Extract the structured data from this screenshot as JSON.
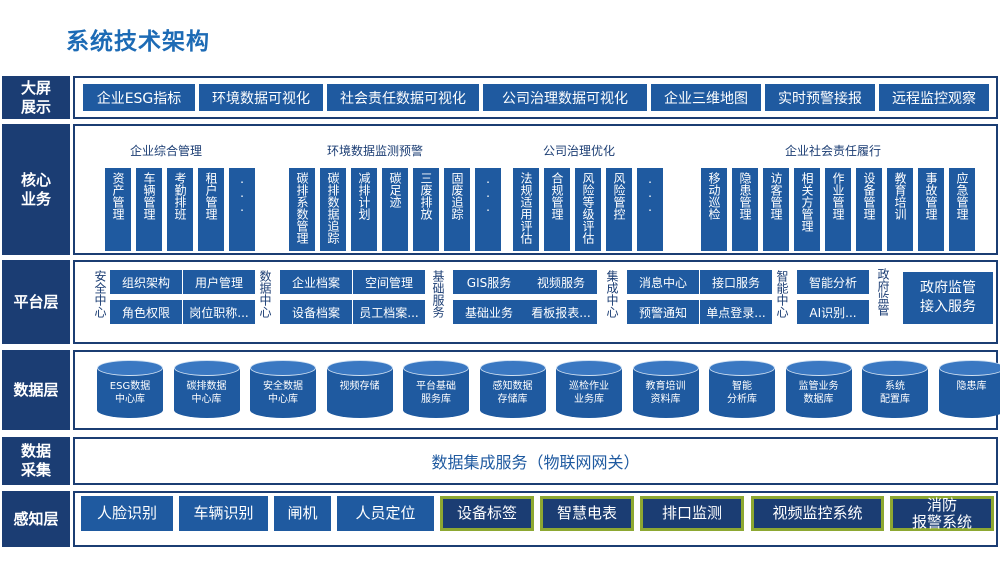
{
  "title": "系统技术架构",
  "layers": {
    "display": {
      "label": "大屏\n展示",
      "items": [
        "企业ESG指标",
        "环境数据可视化",
        "社会责任数据可视化",
        "公司治理数据可视化",
        "企业三维地图",
        "实时预警接报",
        "远程监控观察"
      ]
    },
    "core": {
      "label": "核心\n业务",
      "groups": [
        {
          "title": "企业综合管理",
          "items": [
            "资产管理",
            "车辆管理",
            "考勤排班",
            "租户管理",
            "..."
          ]
        },
        {
          "title": "环境数据监测预警",
          "items": [
            "碳排系数管理",
            "碳排数据追踪",
            "减排计划",
            "碳足迹",
            "三废排放",
            "固废追踪",
            "..."
          ]
        },
        {
          "title": "公司治理优化",
          "items": [
            "法规适用评估",
            "合规管理",
            "风险等级评估",
            "风险管控",
            "..."
          ]
        },
        {
          "title": "企业社会责任履行",
          "items": [
            "移动巡检",
            "隐患管理",
            "访客管理",
            "相关方管理",
            "作业管理",
            "设备管理",
            "教育培训",
            "事故管理",
            "应急管理"
          ]
        }
      ]
    },
    "platform": {
      "label": "平台层",
      "groups": [
        {
          "side": "安全中心",
          "items": [
            "组织架构",
            "用户管理",
            "角色权限",
            "岗位职称..."
          ]
        },
        {
          "side": "数据中心",
          "items": [
            "企业档案",
            "空间管理",
            "设备档案",
            "员工档案..."
          ]
        },
        {
          "side": "基础服务",
          "items": [
            "GIS服务",
            "视频服务",
            "基础业务",
            "看板报表..."
          ]
        },
        {
          "side": "集成中心",
          "items": [
            "消息中心",
            "接口服务",
            "预警通知",
            "单点登录..."
          ]
        },
        {
          "side": "智能中心",
          "items": [
            "智能分析",
            "AI识别..."
          ]
        },
        {
          "side": "政府监管",
          "items": [
            "政府监管\n接入服务"
          ]
        }
      ]
    },
    "data": {
      "label": "数据层",
      "items": [
        "ESG数据\n中心库",
        "碳排数据\n中心库",
        "安全数据\n中心库",
        "视频存储",
        "平台基础\n服务库",
        "感知数据\n存储库",
        "巡检作业\n业务库",
        "教育培训\n资料库",
        "智能\n分析库",
        "监管业务\n数据库",
        "系统\n配置库",
        "隐患库"
      ]
    },
    "collect": {
      "label": "数据\n采集",
      "text": "数据集成服务（物联网网关）"
    },
    "sense": {
      "label": "感知层",
      "items": [
        "人脸识别",
        "车辆识别",
        "闸机",
        "人员定位",
        "设备标签",
        "智慧电表",
        "排口监测",
        "视频监控系统",
        "消防\n报警系统"
      ]
    }
  },
  "colors": {
    "dark": "#1b3d73",
    "blue": "#1f5aa0",
    "green_border": "#8da832"
  }
}
